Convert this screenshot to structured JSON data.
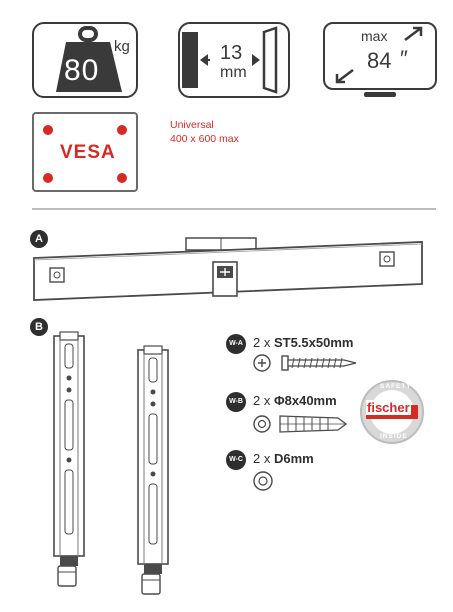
{
  "weight": {
    "value": "80",
    "unit": "kg"
  },
  "depth": {
    "value": "13",
    "unit": "mm"
  },
  "screen": {
    "prefix": "max",
    "value": "84",
    "unit": "″"
  },
  "vesa": {
    "label": "VESA",
    "note_line1": "Universal",
    "note_line2": "400 x 600 max",
    "accent": "#d62b24"
  },
  "sections": {
    "a": "A",
    "b": "B"
  },
  "hardware": [
    {
      "code": "W-A",
      "qty": "2 x",
      "spec": "ST5.5x50mm"
    },
    {
      "code": "W-B",
      "qty": "2 x",
      "spec": "Φ8x40mm"
    },
    {
      "code": "W-C",
      "qty": "2 x",
      "spec": "D6mm"
    }
  ],
  "fischer": {
    "brand": "fischer",
    "ring_top": "SAFETY",
    "ring_bottom": "INSIDE",
    "accent": "#d62b24"
  }
}
